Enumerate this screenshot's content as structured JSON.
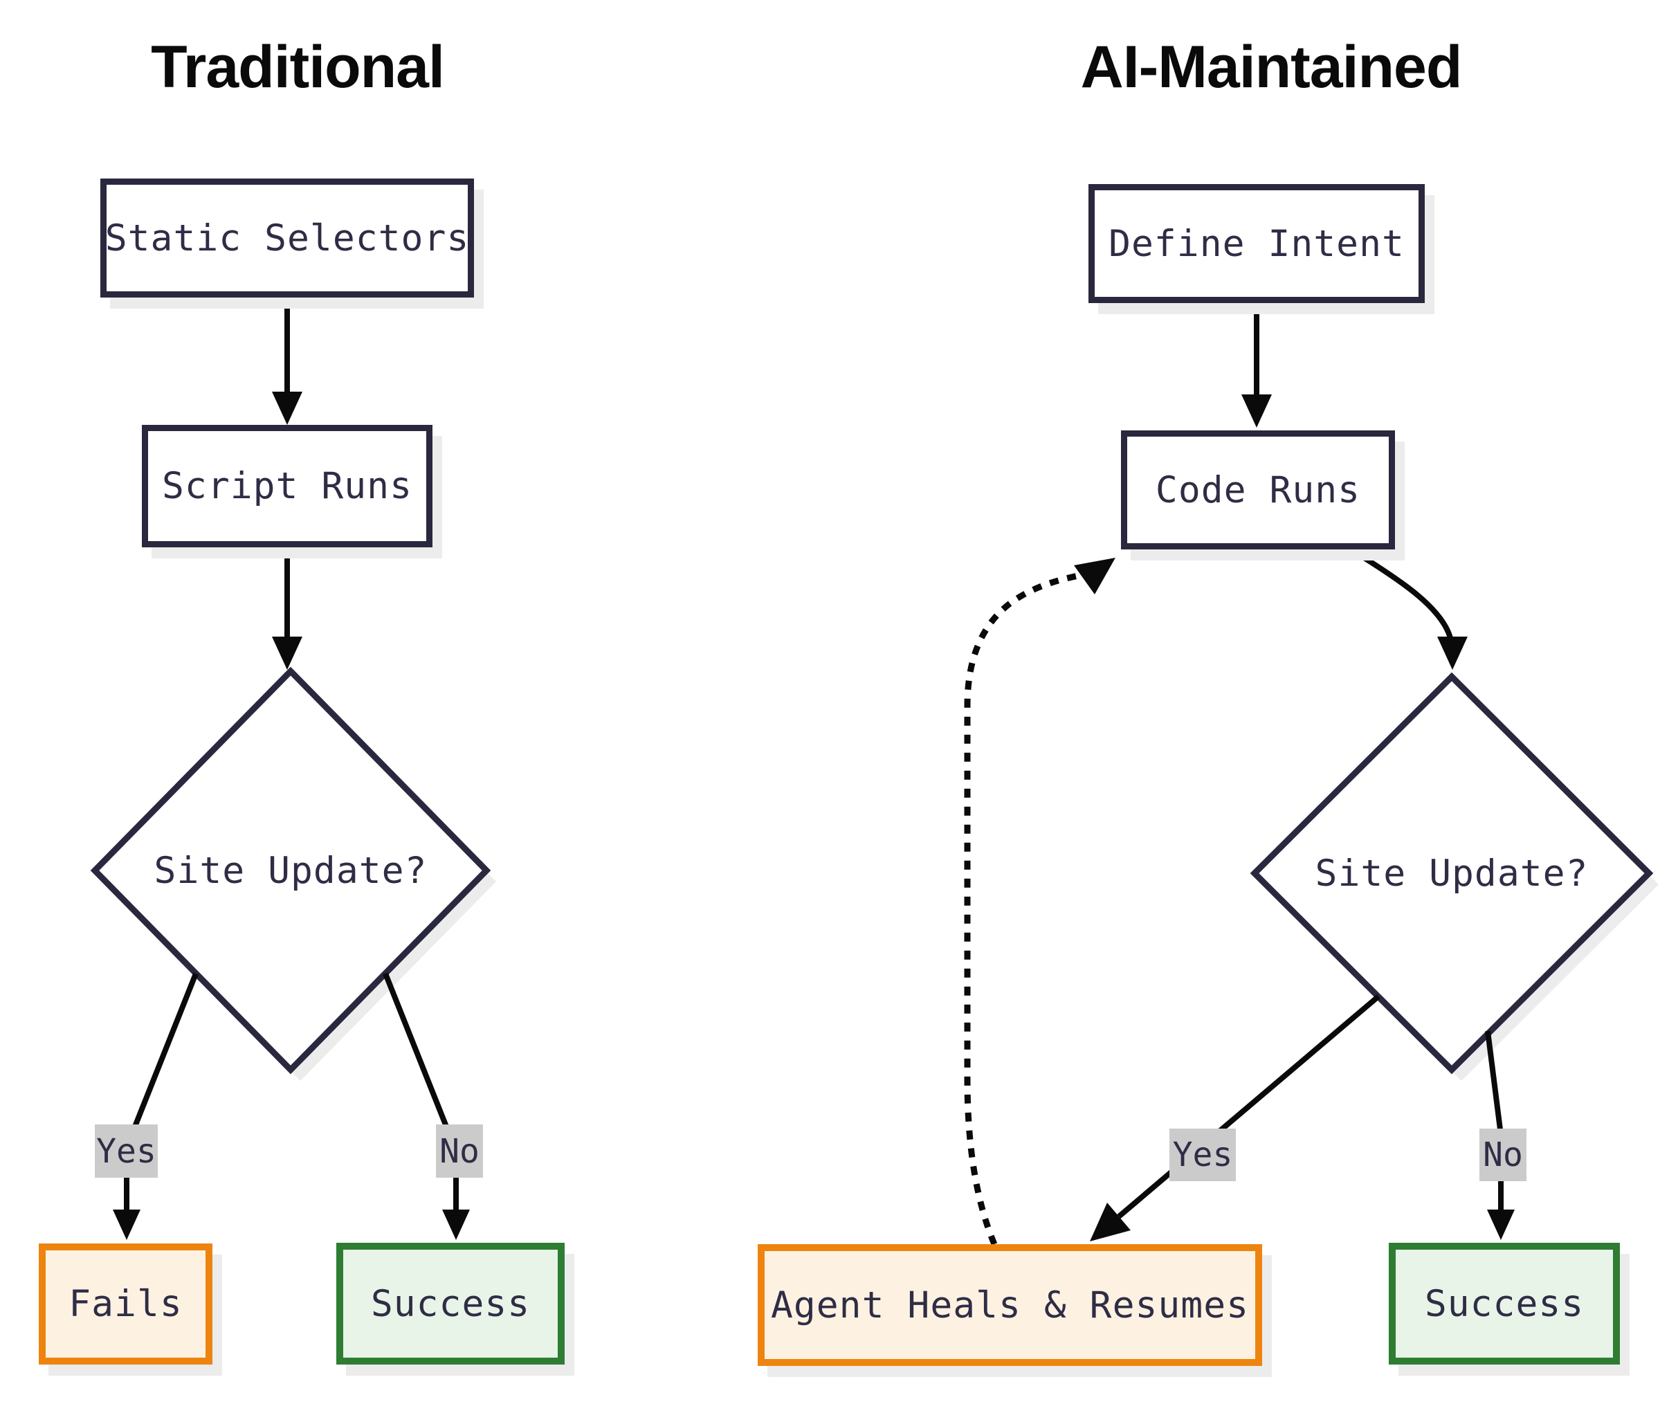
{
  "diagram": {
    "left": {
      "title": "Traditional",
      "start": "Static Selectors",
      "process": "Script Runs",
      "decision": "Site Update?",
      "yes": "Yes",
      "no": "No",
      "fail": "Fails",
      "success": "Success"
    },
    "right": {
      "title": "AI-Maintained",
      "start": "Define Intent",
      "process": "Code Runs",
      "decision": "Site Update?",
      "yes": "Yes",
      "no": "No",
      "heal": "Agent Heals & Resumes",
      "success": "Success"
    }
  },
  "colors": {
    "navy": "#29283e",
    "ink": "#2f2d45",
    "black": "#0a0a0a",
    "orange": "#ee8410",
    "orangeFill": "#fdf2e2",
    "green": "#2e7d32",
    "greenFill": "#e9f4e9",
    "grayLabel": "#cbcbcb",
    "shadow": "#ececec",
    "background": "#ffffff"
  }
}
